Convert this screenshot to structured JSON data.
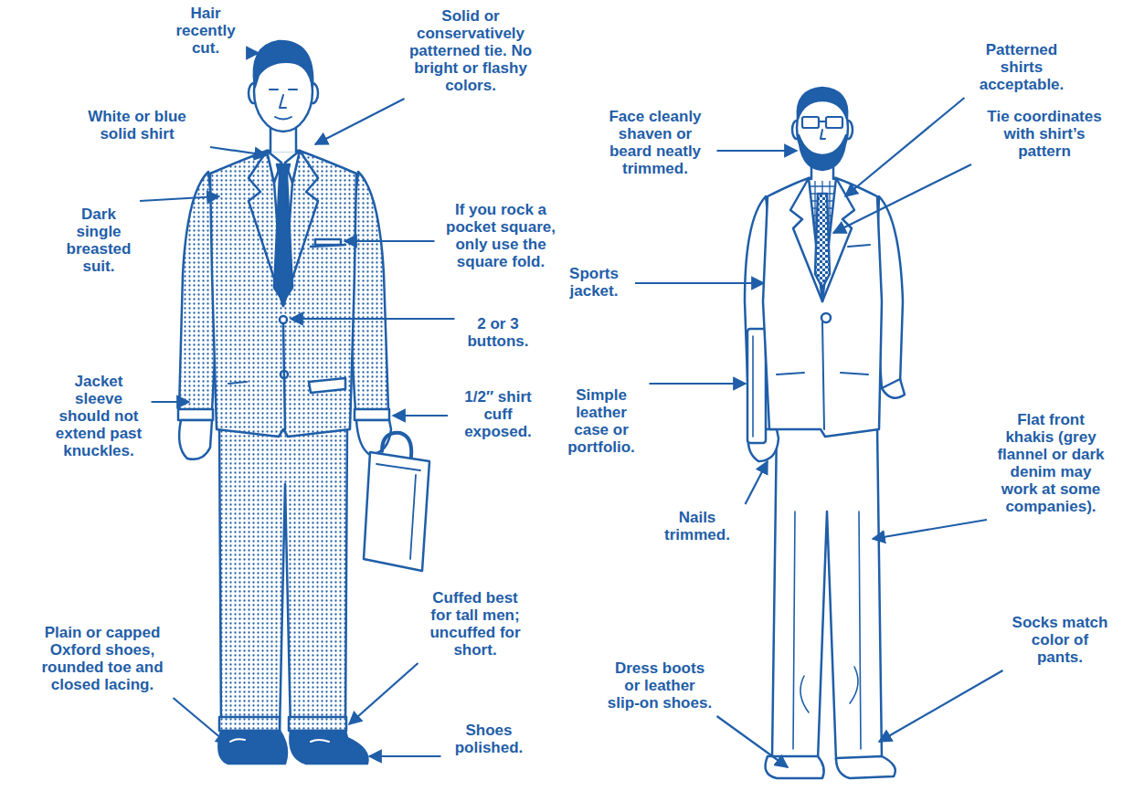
{
  "diagram": {
    "labels": [
      "Hair recently cut.",
      "Solid or conservatively patterned tie. No bright or flashy colors.",
      "White or blue solid shirt",
      "Dark single breasted suit.",
      "If you rock a pocket square, only use the square fold.",
      "2 or 3 buttons.",
      "Jacket sleeve should not extend past knuckles.",
      "1/2″ shirt cuff exposed.",
      "Plain or capped Oxford shoes, rounded toe and closed lacing.",
      "Cuffed best for tall men; uncuffed for short.",
      "Shoes polished.",
      "Face cleanly shaven or beard neatly trimmed.",
      "Patterned shirts acceptable.",
      "Tie coordinates with shirt’s pattern",
      "Sports jacket.",
      "Simple leather case or portfolio.",
      "Flat front khakis (grey flannel or dark denim may work at some companies).",
      "Nails trimmed.",
      "Socks match color of pants.",
      "Dress boots or leather slip-on shoes."
    ]
  }
}
